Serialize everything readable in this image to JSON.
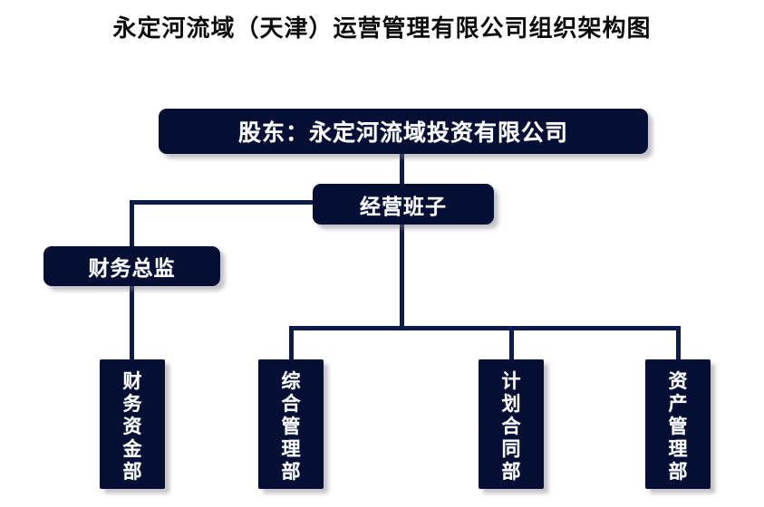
{
  "page": {
    "title": "永定河流域（天津）运营管理有限公司组织架构图",
    "background_color": "#ffffff"
  },
  "theme": {
    "node_fill": "#050f33",
    "node_text": "#ffffff",
    "connector_color": "#0d1b4c",
    "title_color": "#0b0b0b"
  },
  "chart_data": {
    "type": "diagram",
    "diagram_type": "org-chart",
    "title": "永定河流域（天津）运营管理有限公司组织架构图",
    "orientation": "top-down",
    "nodes": [
      {
        "id": "shareholder",
        "label": "股东：永定河流域投资有限公司",
        "level": 0,
        "shape": "rounded",
        "text_orientation": "horizontal"
      },
      {
        "id": "management",
        "label": "经营班子",
        "level": 1,
        "shape": "rounded",
        "text_orientation": "horizontal"
      },
      {
        "id": "cfo",
        "label": "财务总监",
        "level": 2,
        "shape": "rounded",
        "text_orientation": "horizontal"
      },
      {
        "id": "dept-finance",
        "label": "财务资金部",
        "level": 3,
        "shape": "square",
        "text_orientation": "vertical"
      },
      {
        "id": "dept-general",
        "label": "综合管理部",
        "level": 3,
        "shape": "square",
        "text_orientation": "vertical"
      },
      {
        "id": "dept-contract",
        "label": "计划合同部",
        "level": 3,
        "shape": "square",
        "text_orientation": "vertical"
      },
      {
        "id": "dept-asset",
        "label": "资产管理部",
        "level": 3,
        "shape": "square",
        "text_orientation": "vertical"
      }
    ],
    "edges": [
      {
        "from": "shareholder",
        "to": "management"
      },
      {
        "from": "management",
        "to": "cfo"
      },
      {
        "from": "cfo",
        "to": "dept-finance"
      },
      {
        "from": "management",
        "to": "dept-general"
      },
      {
        "from": "management",
        "to": "dept-contract"
      },
      {
        "from": "management",
        "to": "dept-asset"
      }
    ]
  }
}
